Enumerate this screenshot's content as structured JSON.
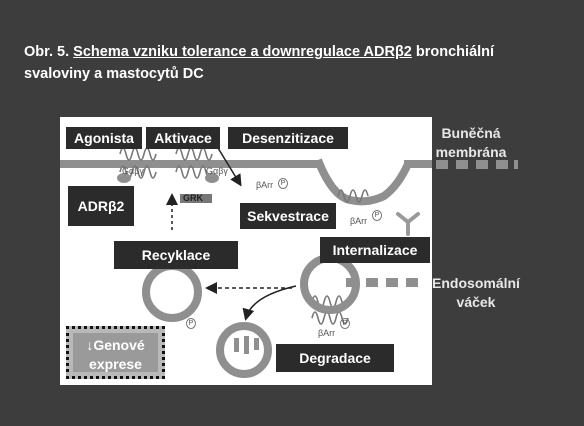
{
  "title": {
    "part1": "Obr. 5. ",
    "part2": "Schema vzniku tolerance a downregulace ADRβ2",
    "part3": " bronchiální",
    "line2": "svaloviny a mastocytů DC"
  },
  "boxes": {
    "agonista": "Agonista",
    "aktivace": "Aktivace",
    "desenzitizace": "Desenzitizace",
    "adrb2": "ADRβ2",
    "sekvestrace": "Sekvestrace",
    "recyklace": "Recyklace",
    "internalizace": "Internalizace",
    "degradace": "Degradace"
  },
  "genove": {
    "line1": "↓Genové",
    "line2": "exprese"
  },
  "side_labels": {
    "bunecna_1": "Buněčná",
    "bunecna_2": "membrána",
    "endo_1": "Endosomální",
    "endo_2": "váček"
  },
  "small_labels": {
    "gabg_1": "Gαβγ",
    "gabg_2": "Gαβγ",
    "grk": "GRK",
    "barr_1": "βArr",
    "barr_2": "βArr",
    "barr_3": "βArr",
    "p1": "P",
    "p2": "P",
    "p3": "P",
    "p4": "P"
  },
  "colors": {
    "background": "#3d3d3d",
    "box": "#2b2b2b",
    "membrane": "#8f8f8f",
    "panel": "#ffffff"
  }
}
